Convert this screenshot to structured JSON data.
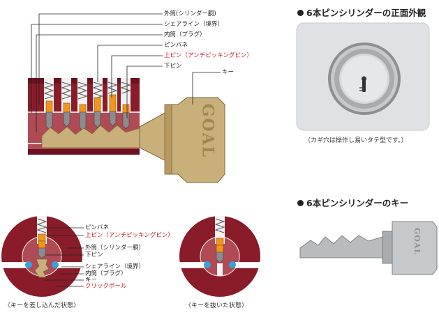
{
  "main_diagram": {
    "labels": [
      {
        "text": "外筒(シリンダー胴)",
        "color": "#222222"
      },
      {
        "text": "シェアライン（境界）",
        "color": "#222222"
      },
      {
        "text": "内筒（プラグ）",
        "color": "#222222"
      },
      {
        "text": "ピンバネ",
        "color": "#222222"
      },
      {
        "text": "上ピン（アンチピッキングピン）",
        "color": "#c8161d"
      },
      {
        "text": "下ピン",
        "color": "#222222"
      },
      {
        "text": "キー",
        "color": "#222222"
      }
    ],
    "key_brand": "GOAL"
  },
  "front_view": {
    "title": "6本ピンシリンダーの正面外観",
    "caption": "（カギ穴は操作し易いタテ型です。）"
  },
  "key_view": {
    "title": "6本ピンシリンダーのキー",
    "key_brand": "GOAL"
  },
  "cross_section_inserted": {
    "labels": [
      {
        "text": "ピンバネ",
        "color": "#222222"
      },
      {
        "text": "上ピン（アンチピッキングピン）",
        "color": "#c8161d"
      },
      {
        "text": "外筒（シリンダー胴）",
        "color": "#222222"
      },
      {
        "text": "下ピン",
        "color": "#222222"
      },
      {
        "text": "シェアライン（境界）",
        "color": "#222222"
      },
      {
        "text": "内筒（プラグ）",
        "color": "#222222"
      },
      {
        "text": "キー",
        "color": "#222222"
      },
      {
        "text": "クリックボール",
        "color": "#c8161d"
      }
    ],
    "caption": "〈キーを差し込んだ状態〉"
  },
  "cross_section_removed": {
    "caption": "〈キーを抜いた状態〉"
  },
  "colors": {
    "cylinder": "#8a1c2a",
    "cylinder_dark": "#6a1220",
    "plug": "#b04a55",
    "pin_upper": "#f0961e",
    "pin_lower": "#8c8c8c",
    "key": "#c9b07a",
    "accent_red": "#c8161d"
  }
}
